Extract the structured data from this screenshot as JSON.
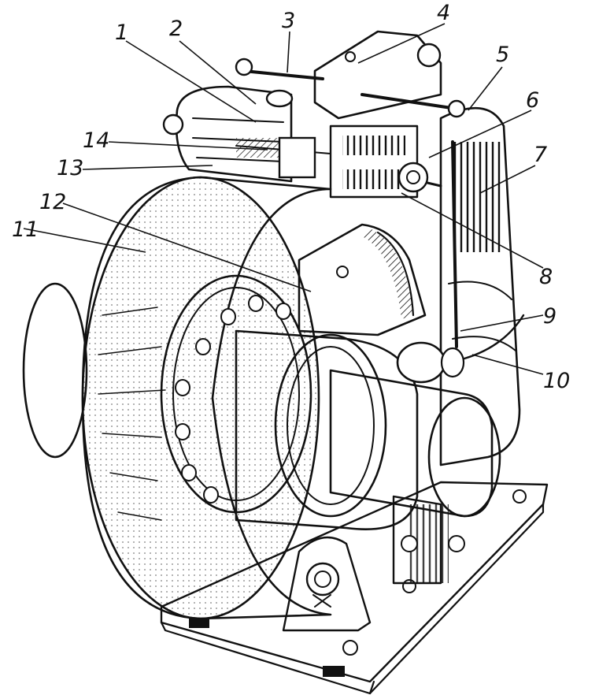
{
  "colors": {
    "ink": "#111111",
    "paper": "#ffffff"
  },
  "callouts": [
    {
      "id": "c1",
      "label": "1"
    },
    {
      "id": "c2",
      "label": "2"
    },
    {
      "id": "c3",
      "label": "3"
    },
    {
      "id": "c4",
      "label": "4"
    },
    {
      "id": "c5",
      "label": "5"
    },
    {
      "id": "c6",
      "label": "6"
    },
    {
      "id": "c7",
      "label": "7"
    },
    {
      "id": "c8",
      "label": "8"
    },
    {
      "id": "c9",
      "label": "9"
    },
    {
      "id": "c10",
      "label": "10"
    },
    {
      "id": "c11",
      "label": "11"
    },
    {
      "id": "c12",
      "label": "12"
    },
    {
      "id": "c13",
      "label": "13"
    },
    {
      "id": "c14",
      "label": "14"
    }
  ]
}
